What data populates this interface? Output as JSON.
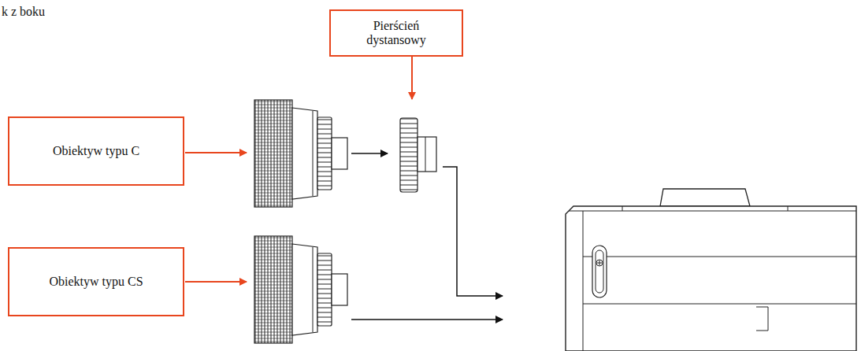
{
  "diagram": {
    "nodes": [
      {
        "text": [
          "Pierścień dystansowy"
        ]
      },
      {
        "text": [
          "Obiektyw typu C"
        ]
      },
      {
        "text": [
          "Obiektyw typu CS"
        ]
      }
    ],
    "labels": [
      "k z boku"
    ]
  }
}
